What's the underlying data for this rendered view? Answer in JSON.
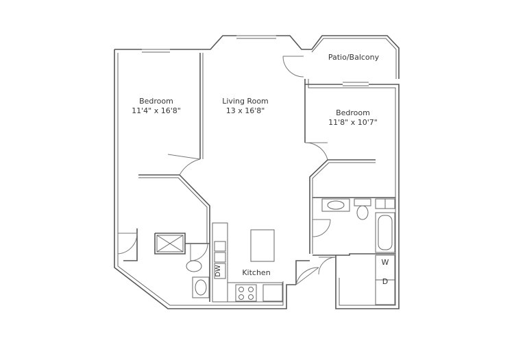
{
  "rooms": {
    "bedroom_left": {
      "name": "Bedroom",
      "size": "11'4\" x 16'8\""
    },
    "living_room": {
      "name": "Living Room",
      "size": "13 x 16'8\""
    },
    "bedroom_right": {
      "name": "Bedroom",
      "size": "11'8\" x 10'7\""
    },
    "patio": {
      "name": "Patio/Balcony"
    },
    "kitchen": {
      "name": "Kitchen"
    }
  },
  "appliances": {
    "dishwasher": "DW",
    "washer": "W",
    "dryer": "D"
  }
}
